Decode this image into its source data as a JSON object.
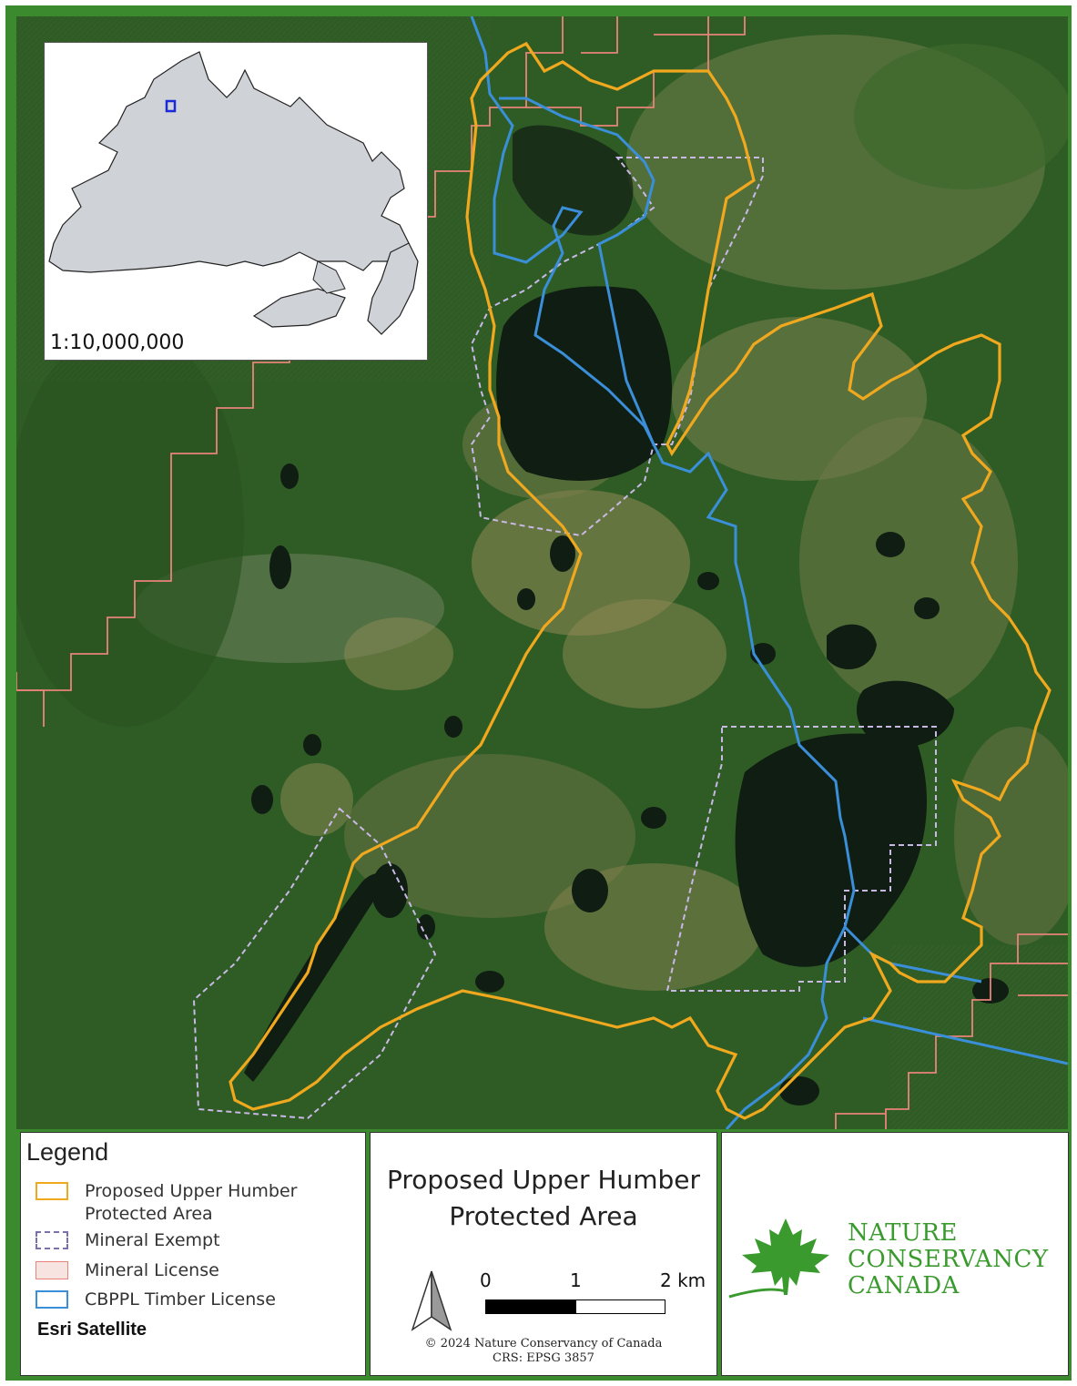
{
  "inset": {
    "scale": "1:10,000,000"
  },
  "legend": {
    "title": "Legend",
    "items": [
      {
        "label": "Proposed Upper Humber Protected Area",
        "color": "#f0a81e"
      },
      {
        "label": "Mineral Exempt",
        "color": "#7b6fb0"
      },
      {
        "label": "Mineral License",
        "color": "#e8847a"
      },
      {
        "label": "CBPPL Timber License",
        "color": "#3a8fd8"
      }
    ],
    "basemap": "Esri Satellite"
  },
  "title_block": {
    "title_line1": "Proposed Upper Humber",
    "title_line2": "Protected Area",
    "scale_labels": [
      "0",
      "1",
      "2 km"
    ],
    "copyright": "© 2024 Nature Conservancy of Canada",
    "crs": "CRS: EPSG 3857"
  },
  "logo": {
    "line1": "NATURE",
    "line2": "CONSERVANCY",
    "line3": "CANADA",
    "color": "#3a9a2e"
  },
  "map_colors": {
    "forest": "#2f5c25",
    "water": "#101d12",
    "bog": "#8f8a55",
    "protected_boundary": "#f0a81e",
    "timber_line": "#3a8fd8",
    "mineral_exempt": "#c9b8e6",
    "mineral_license": "#e8847a"
  }
}
